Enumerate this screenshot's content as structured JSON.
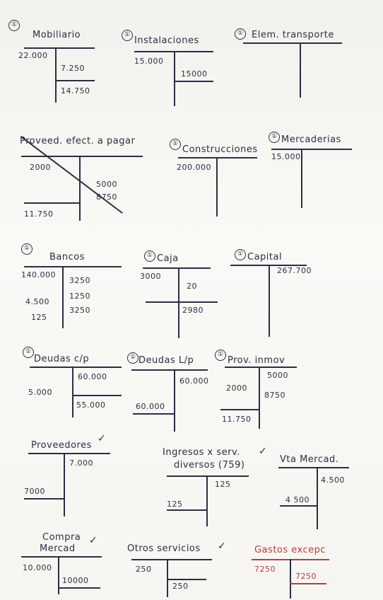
{
  "accounts": {
    "mobiliario": {
      "title": "Mobiliario",
      "debit": [
        "22.000"
      ],
      "credit": [
        "7.250"
      ],
      "balance": "14.750"
    },
    "instalaciones": {
      "title": "Instalaciones",
      "debit": [
        "15.000"
      ],
      "balance": "15000"
    },
    "transporte": {
      "title": "Elem. transporte"
    },
    "proveed_efect": {
      "title": "Proveed. efect. a pagar",
      "debit": [
        "2000"
      ],
      "credit": [
        "5000",
        "8750"
      ],
      "balance": "11.750"
    },
    "construcciones": {
      "title": "Construcciones",
      "debit": [
        "200.000"
      ]
    },
    "mercaderias": {
      "title": "Mercaderias",
      "debit": [
        "15.000"
      ]
    },
    "bancos": {
      "title": "Bancos",
      "debit": [
        "140.000",
        "4.500",
        "125"
      ],
      "credit": [
        "3250",
        "1250",
        "3250"
      ]
    },
    "caja": {
      "title": "Caja",
      "debit": [
        "3000"
      ],
      "credit": [
        "20"
      ],
      "balance": "2980"
    },
    "capital": {
      "title": "Capital",
      "credit": [
        "267.700"
      ]
    },
    "deudas_cp": {
      "title": "Deudas c/p",
      "debit": [
        "5.000"
      ],
      "credit": [
        "60.000"
      ],
      "balance": "55.000"
    },
    "deudas_lp": {
      "title": "Deudas L/p",
      "credit": [
        "60.000"
      ],
      "balance": "60.000"
    },
    "prov_inmov": {
      "title": "Prov. inmov",
      "debit": [
        "2000"
      ],
      "credit": [
        "5000",
        "8750"
      ],
      "balance": "11.750"
    },
    "proveedores": {
      "title": "Proveedores",
      "credit": [
        "7.000"
      ],
      "balance": "7000"
    },
    "ingresos": {
      "title": "Ingresos x serv.",
      "title2": "diversos (759)",
      "credit": [
        "125"
      ],
      "balance": "125"
    },
    "vta_mercad": {
      "title": "Vta Mercad.",
      "credit": [
        "4.500"
      ],
      "balance": "4 500"
    },
    "compra_mercad": {
      "title": "Compra",
      "title2": "Mercad",
      "debit": [
        "10.000"
      ],
      "balance": "10000"
    },
    "otros_servicios": {
      "title": "Otros servicios",
      "debit": [
        "250"
      ],
      "balance": "250"
    },
    "gastos_excep": {
      "title": "Gastos excepc",
      "debit": [
        "7250"
      ],
      "balance": "7250"
    }
  },
  "marks": {
    "circle": "①",
    "check": "✓"
  },
  "colors": {
    "ink": "#2a2f44",
    "red": "#b0413e"
  }
}
